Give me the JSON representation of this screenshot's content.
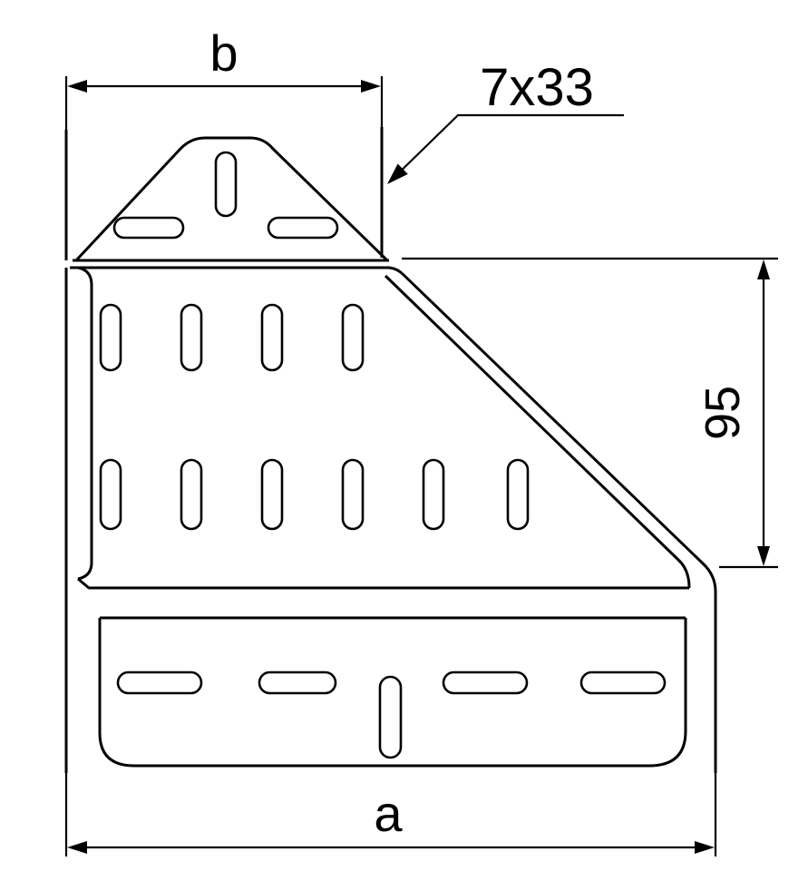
{
  "drawing": {
    "background_color": "#ffffff",
    "line_color": "#000000",
    "labels": {
      "dim_top": "b",
      "dim_bottom": "a",
      "dim_right": "95",
      "slot_callout": "7x33"
    }
  }
}
